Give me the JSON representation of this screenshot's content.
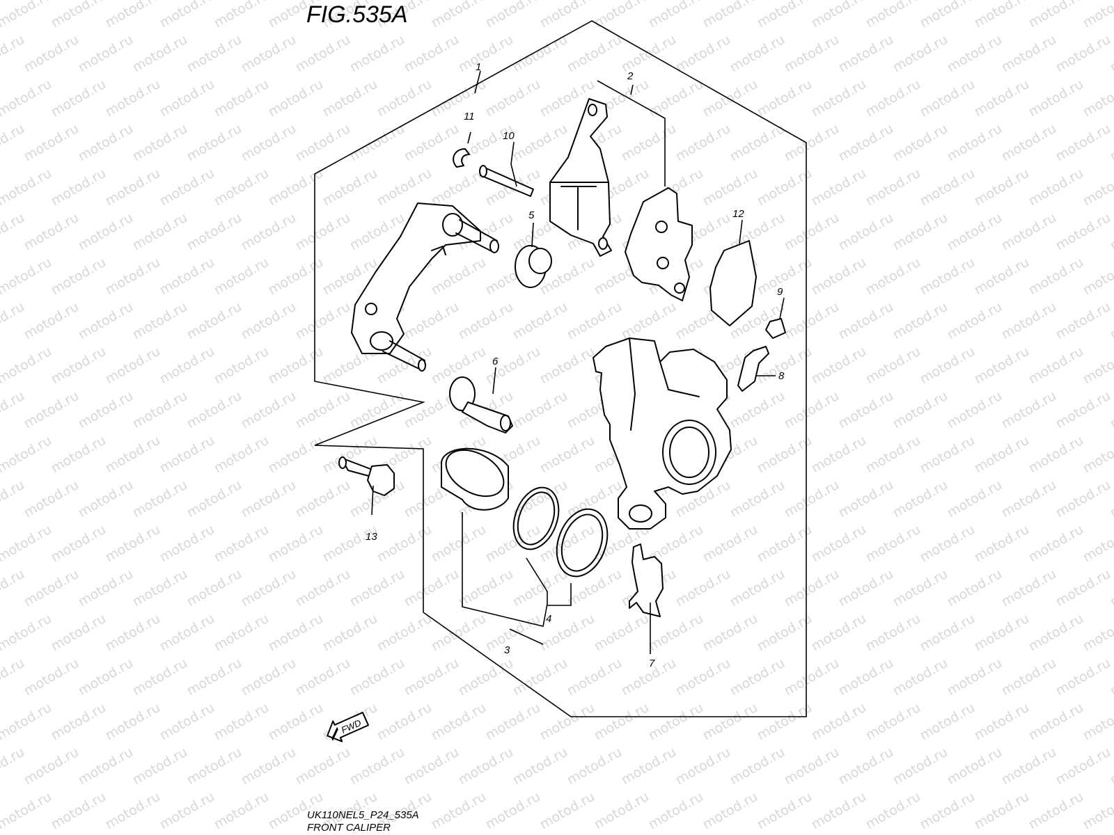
{
  "figure": {
    "title": "FIG.535A",
    "drawing_code": "UK110NEL5_P24_535A",
    "name": "FRONT CALIPER"
  },
  "watermark": "motod.ru",
  "fwd_label": "FWD",
  "callouts": {
    "c1": "1",
    "c2": "2",
    "c3": "3",
    "c4": "4",
    "c5": "5",
    "c6": "6",
    "c7": "7",
    "c8": "8",
    "c9": "9",
    "c10": "10",
    "c11": "11",
    "c12": "12",
    "c13": "13"
  },
  "parts": [
    {
      "ref": "1",
      "icon": "caliper-assembly-icon"
    },
    {
      "ref": "2",
      "icon": "brake-pad-set-icon"
    },
    {
      "ref": "3",
      "icon": "piston-icon"
    },
    {
      "ref": "4",
      "icon": "seal-ring-icon"
    },
    {
      "ref": "5",
      "icon": "boot-icon"
    },
    {
      "ref": "6",
      "icon": "pin-boot-icon"
    },
    {
      "ref": "7",
      "icon": "pad-spring-icon"
    },
    {
      "ref": "8",
      "icon": "bleeder-valve-icon"
    },
    {
      "ref": "9",
      "icon": "bleeder-cap-icon"
    },
    {
      "ref": "10",
      "icon": "pad-pin-icon"
    },
    {
      "ref": "11",
      "icon": "clip-icon"
    },
    {
      "ref": "12",
      "icon": "shim-icon"
    },
    {
      "ref": "13",
      "icon": "mounting-bolt-icon"
    }
  ]
}
